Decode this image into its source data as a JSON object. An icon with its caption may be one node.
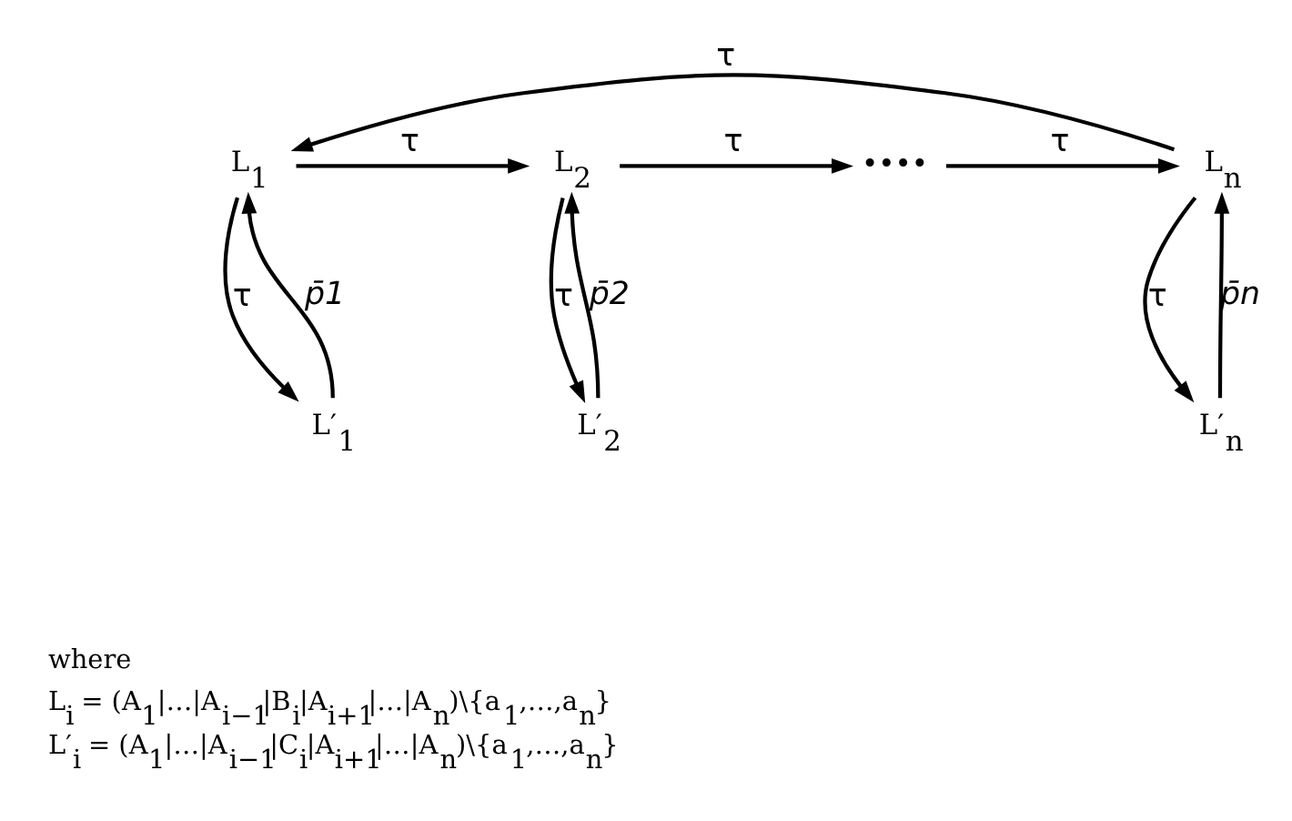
{
  "diagram": {
    "nodes": [
      {
        "text": [
          "L$_{1}$"
        ]
      },
      {
        "text": [
          "L$_{2}$"
        ]
      },
      {
        "text": [
          "••••"
        ]
      },
      {
        "text": [
          "L$_{n}$"
        ]
      },
      {
        "text": [
          "L′$_{1}$"
        ]
      },
      {
        "text": [
          "L′$_{2}$"
        ]
      },
      {
        "text": [
          "L′$_{n}$"
        ]
      }
    ],
    "edges": [
      {
        "from": 0,
        "to": 1,
        "arrow": "to",
        "label": "τ"
      },
      {
        "from": 1,
        "to": 2,
        "arrow": "to",
        "label": "τ"
      },
      {
        "from": 2,
        "to": 3,
        "arrow": "to",
        "label": "τ"
      },
      {
        "from": 3,
        "to": 0,
        "arrow": "to",
        "label": "τ"
      },
      {
        "from": 0,
        "to": 4,
        "arrow": "to",
        "label": "τ"
      },
      {
        "from": 4,
        "to": 0,
        "arrow": "to",
        "label": "p̄1"
      },
      {
        "from": 1,
        "to": 5,
        "arrow": "to",
        "label": "τ"
      },
      {
        "from": 5,
        "to": 1,
        "arrow": "to",
        "label": "p̄2"
      },
      {
        "from": 3,
        "to": 6,
        "arrow": "to",
        "label": "τ"
      },
      {
        "from": 6,
        "to": 3,
        "arrow": "to",
        "label": "p̄n"
      }
    ],
    "labels": [
      "where",
      "L$_{i}$ = (A$_{1}$|…|A$_{i−1}$|B$_{i}$|A$_{i+1}$|…|A$_{n}$)\\{a$_{1}$,…,a$_{n}$}",
      "L′$_{i}$ = (A$_{1}$|…|A$_{i−1}$|C$_{i}$|A$_{i+1}$|…|A$_{n}$)\\{a$_{1}$,…,a$_{n}$}"
    ]
  }
}
